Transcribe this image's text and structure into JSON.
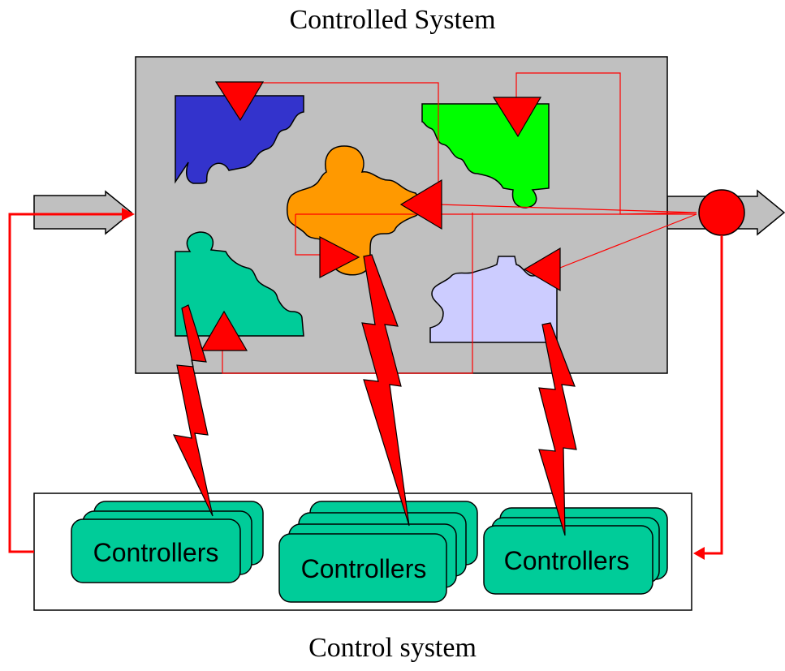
{
  "title_top": "Controlled System",
  "title_bottom": "Control system",
  "controllers": [
    {
      "label": "Controllers"
    },
    {
      "label": "Controllers"
    },
    {
      "label": "Controllers"
    }
  ],
  "colors": {
    "system_bg": "#c0c0c0",
    "piece_blue": "#3333cc",
    "piece_green": "#00ff00",
    "piece_orange": "#ff9900",
    "piece_teal": "#00cc99",
    "piece_lavender": "#ccccff",
    "signal_red": "#ff0000",
    "controller_fill": "#00cc99",
    "arrow_gray": "#c0c0c0"
  }
}
